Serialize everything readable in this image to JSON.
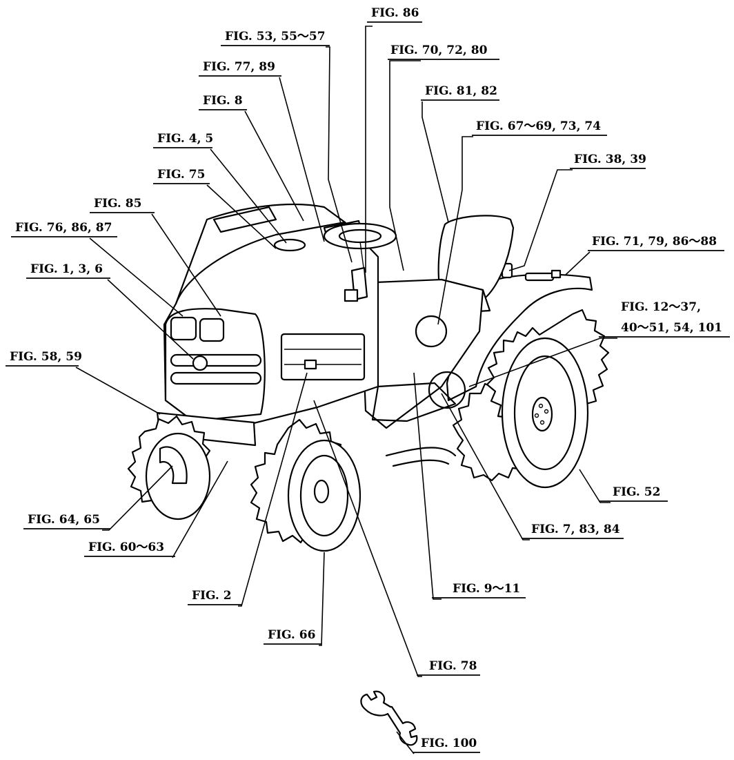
{
  "labels": {
    "fig86": "FIG. 86",
    "fig53": "FIG. 53, 55～57",
    "fig70": "FIG. 70, 72, 80",
    "fig77": "FIG. 77, 89",
    "fig81": "FIG. 81, 82",
    "fig8": "FIG. 8",
    "fig67": "FIG. 67～69, 73, 74",
    "fig4": "FIG. 4, 5",
    "fig38": "FIG. 38, 39",
    "fig75": "FIG. 75",
    "fig85": "FIG. 85",
    "fig71": "FIG. 71, 79, 86～88",
    "fig76": "FIG. 76, 86, 87",
    "fig1": "FIG. 1, 3, 6",
    "fig12_line1": "FIG. 12～37,",
    "fig12_line2": "40～51, 54, 101",
    "fig58": "FIG. 58, 59",
    "fig52": "FIG. 52",
    "fig64": "FIG. 64, 65",
    "fig7": "FIG. 7, 83, 84",
    "fig60": "FIG. 60～63",
    "fig9": "FIG. 9～11",
    "fig2": "FIG. 2",
    "fig66": "FIG. 66",
    "fig78": "FIG. 78",
    "fig100": "FIG. 100"
  },
  "figure": {
    "subject": "tractor-illustration",
    "accessory": "wrench-icon"
  }
}
